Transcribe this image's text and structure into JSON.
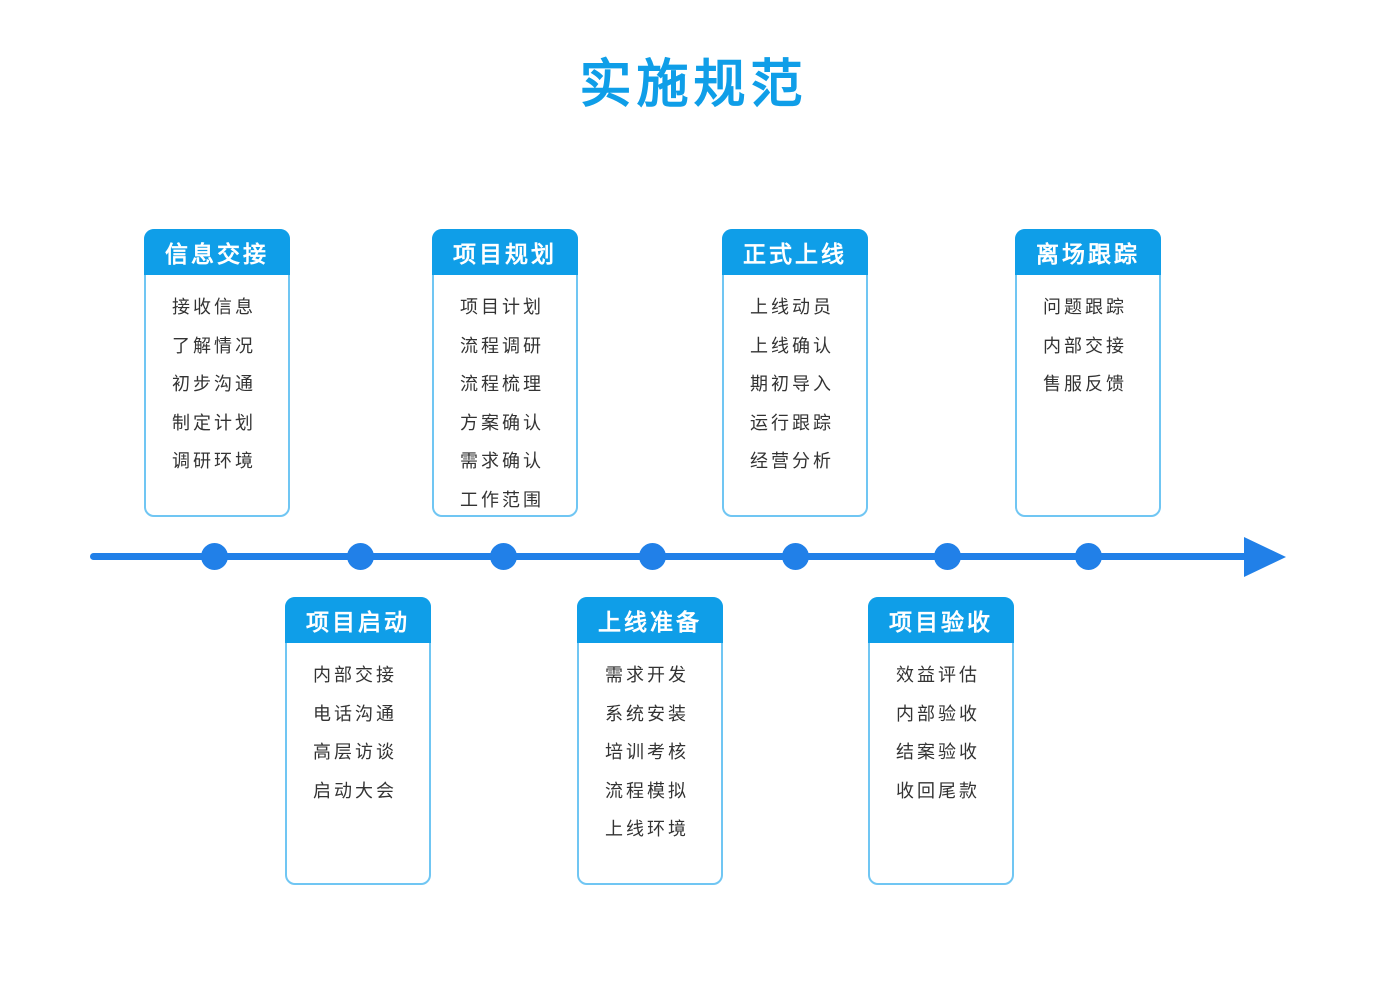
{
  "title": "实施规范",
  "colors": {
    "accent_blue": "#0f9ee8",
    "timeline_blue": "#2180e8",
    "card_border": "#70c6f3",
    "header_text": "#ffffff",
    "item_text": "#333333",
    "background": "#ffffff"
  },
  "stages": [
    {
      "name": "信息交接",
      "position": "top",
      "items": [
        "接收信息",
        "了解情况",
        "初步沟通",
        "制定计划",
        "调研环境"
      ]
    },
    {
      "name": "项目启动",
      "position": "bottom",
      "items": [
        "内部交接",
        "电话沟通",
        "高层访谈",
        "启动大会"
      ]
    },
    {
      "name": "项目规划",
      "position": "top",
      "items": [
        "项目计划",
        "流程调研",
        "流程梳理",
        "方案确认",
        "需求确认",
        "工作范围"
      ]
    },
    {
      "name": "上线准备",
      "position": "bottom",
      "items": [
        "需求开发",
        "系统安装",
        "培训考核",
        "流程模拟",
        "上线环境"
      ]
    },
    {
      "name": "正式上线",
      "position": "top",
      "items": [
        "上线动员",
        "上线确认",
        "期初导入",
        "运行跟踪",
        "经营分析"
      ]
    },
    {
      "name": "项目验收",
      "position": "bottom",
      "items": [
        "效益评估",
        "内部验收",
        "结案验收",
        "收回尾款"
      ]
    },
    {
      "name": "离场跟踪",
      "position": "top",
      "items": [
        "问题跟踪",
        "内部交接",
        "售服反馈"
      ]
    }
  ]
}
